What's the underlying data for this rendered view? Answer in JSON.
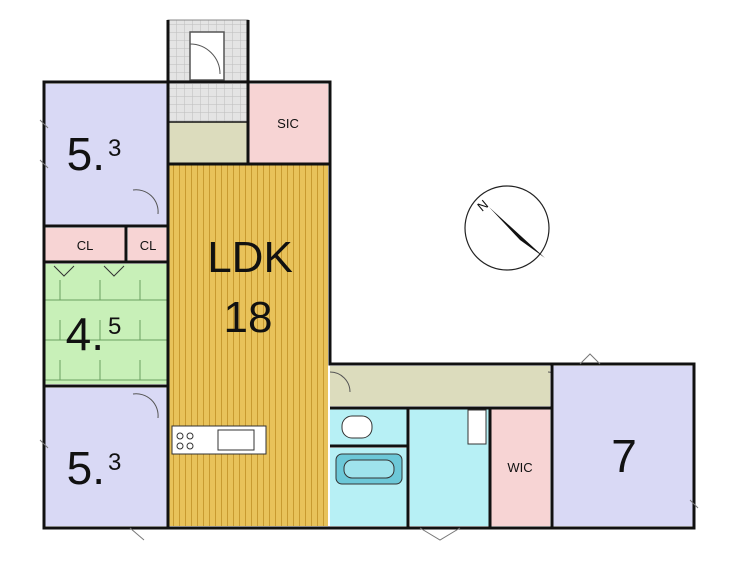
{
  "plan": {
    "rooms": {
      "room_nw": {
        "size_main": "5.",
        "size_sub": "3"
      },
      "room_sw": {
        "size_main": "5.",
        "size_sub": "3"
      },
      "tatami": {
        "size_main": "4.",
        "size_sub": "5"
      },
      "ldk": {
        "name": "LDK",
        "size": "18"
      },
      "room_east": {
        "size": "7"
      },
      "sic": {
        "name": "SIC"
      },
      "wic": {
        "name": "WIC"
      },
      "cl_left": {
        "name": "CL"
      },
      "cl_right": {
        "name": "CL"
      }
    },
    "compass": {
      "label": "N"
    },
    "colors": {
      "bedroom": "#d9d9f5",
      "closet": "#f7d4d4",
      "tatami": "#c8f0b8",
      "ldk": "#e8c25a",
      "hall": "#dcdcbd",
      "water": "#b7f0f5",
      "wall": "#111111"
    }
  }
}
